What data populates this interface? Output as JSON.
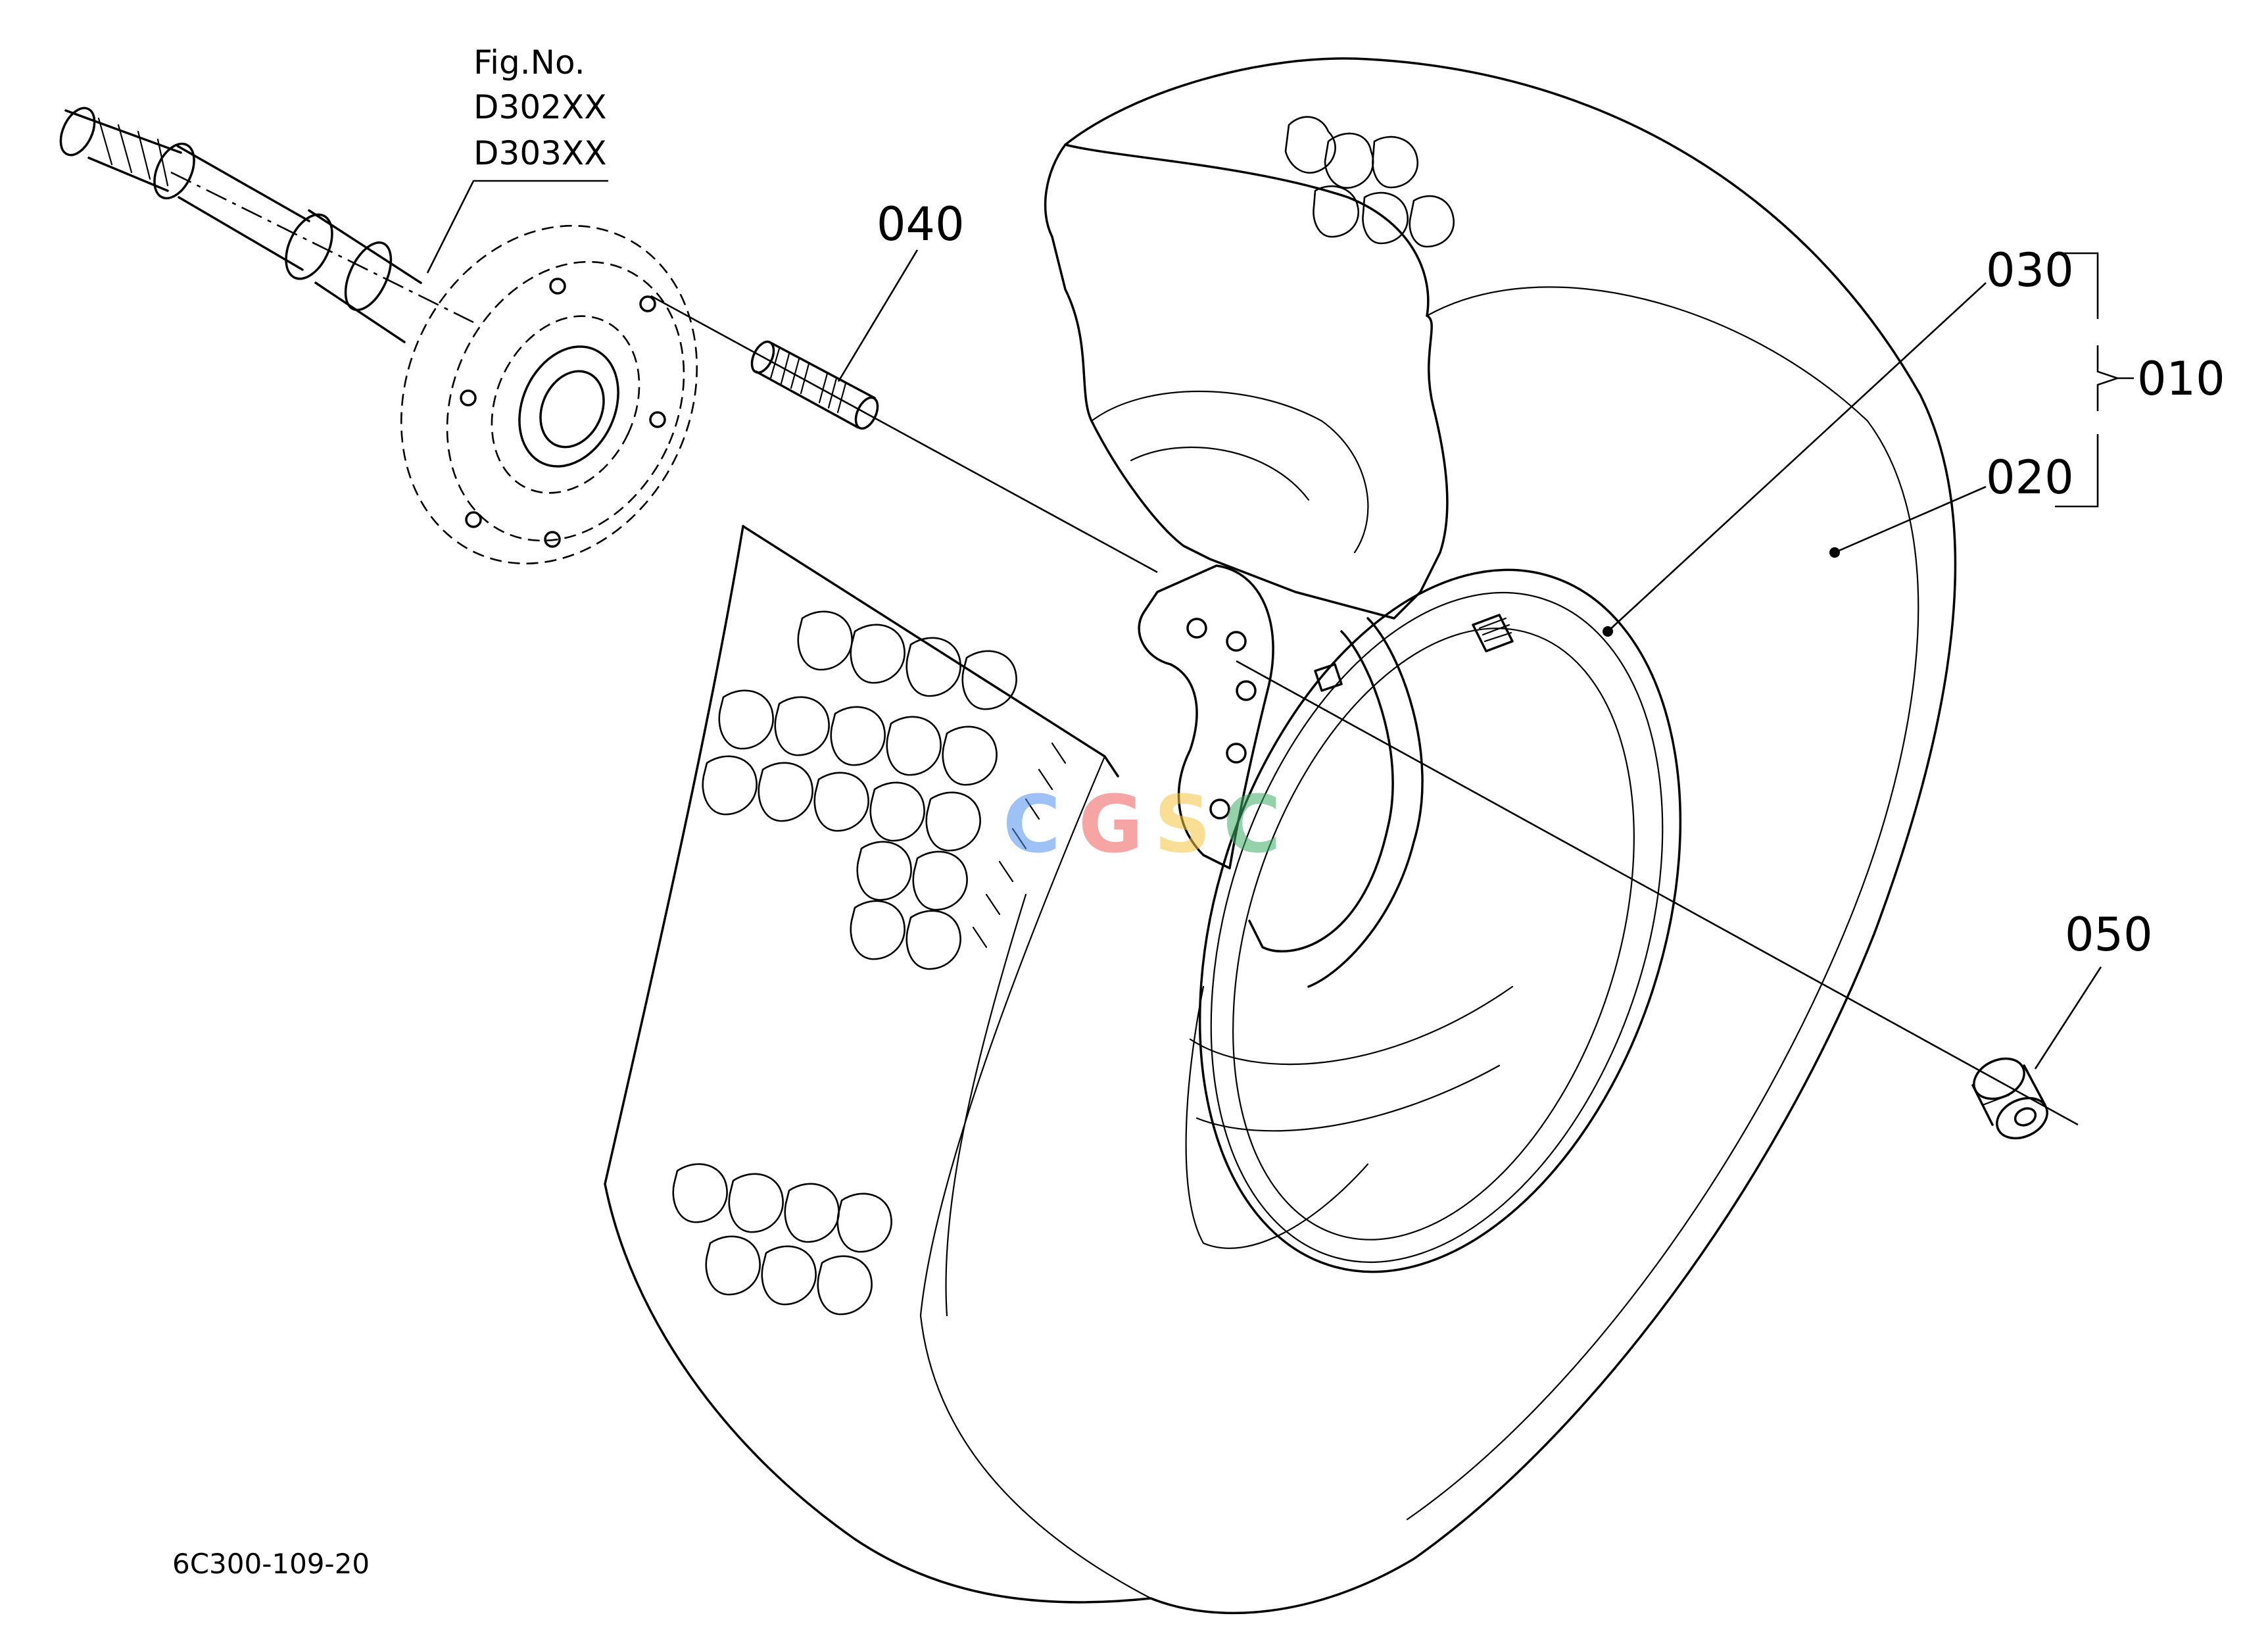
{
  "figure": {
    "fig_no_label": "Fig.No.",
    "fig_refs": [
      "D302XX",
      "D303XX"
    ],
    "drawing_code": "6C300-109-20"
  },
  "callouts": [
    {
      "id": "040",
      "text": "040"
    },
    {
      "id": "030",
      "text": "030"
    },
    {
      "id": "010",
      "text": "010"
    },
    {
      "id": "020",
      "text": "020"
    },
    {
      "id": "050",
      "text": "050"
    }
  ],
  "watermark": {
    "letters": [
      "C",
      "G",
      "S",
      "C"
    ],
    "colors": [
      "#4f8ff0",
      "#ef5b5b",
      "#f5c542",
      "#3fae6a"
    ]
  }
}
